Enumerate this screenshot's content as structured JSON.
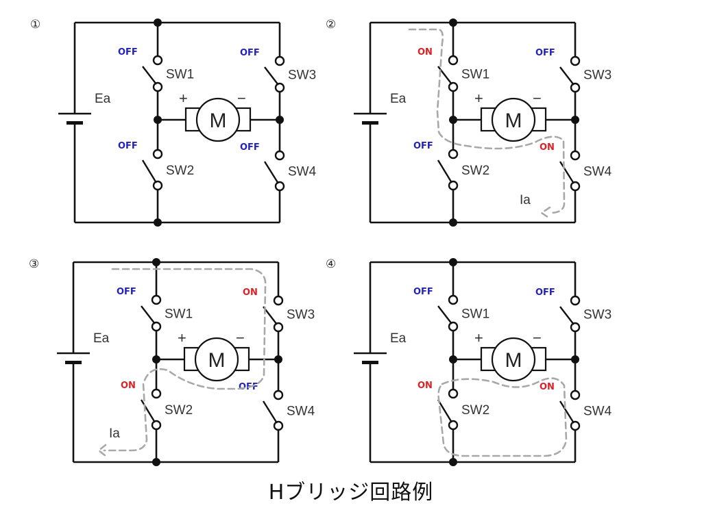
{
  "caption": "Hブリッジ回路例",
  "colors": {
    "wire": "#111111",
    "off": "#2222bb",
    "on": "#dd1f26",
    "current_path": "#a8a8a8",
    "background": "#ffffff"
  },
  "labels": {
    "battery": "Ea",
    "motor": "M",
    "plus": "+",
    "minus": "−",
    "current": "Ia",
    "on": "ON",
    "off": "OFF"
  },
  "circuits": [
    {
      "number": "①",
      "switches": [
        {
          "name": "SW1",
          "state": "OFF"
        },
        {
          "name": "SW2",
          "state": "OFF"
        },
        {
          "name": "SW3",
          "state": "OFF"
        },
        {
          "name": "SW4",
          "state": "OFF"
        }
      ],
      "current_path": "none",
      "show_current_label": false
    },
    {
      "number": "②",
      "switches": [
        {
          "name": "SW1",
          "state": "ON"
        },
        {
          "name": "SW2",
          "state": "OFF"
        },
        {
          "name": "SW3",
          "state": "OFF"
        },
        {
          "name": "SW4",
          "state": "ON"
        }
      ],
      "current_path": "sw1-motor-sw4",
      "show_current_label": true
    },
    {
      "number": "③",
      "switches": [
        {
          "name": "SW1",
          "state": "OFF"
        },
        {
          "name": "SW2",
          "state": "ON"
        },
        {
          "name": "SW3",
          "state": "ON"
        },
        {
          "name": "SW4",
          "state": "OFF"
        }
      ],
      "current_path": "sw3-motor-sw2",
      "show_current_label": true
    },
    {
      "number": "④",
      "switches": [
        {
          "name": "SW1",
          "state": "OFF"
        },
        {
          "name": "SW2",
          "state": "ON"
        },
        {
          "name": "SW3",
          "state": "OFF"
        },
        {
          "name": "SW4",
          "state": "ON"
        }
      ],
      "current_path": "sw2-sw4-loop",
      "show_current_label": false
    }
  ]
}
